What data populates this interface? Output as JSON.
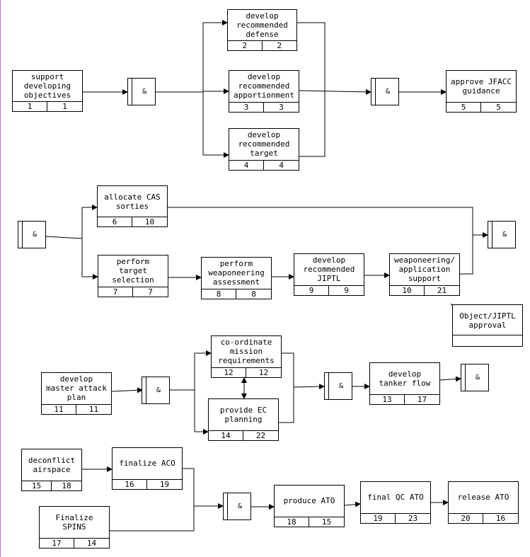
{
  "nodes": [
    {
      "id": "n1",
      "label": "support\ndeveloping\nobjectives",
      "a": "1",
      "b": "1"
    },
    {
      "id": "n2",
      "label": "develop\nrecommended\ndefense",
      "a": "2",
      "b": "2"
    },
    {
      "id": "n3",
      "label": "develop\nrecommended\napportionment",
      "a": "3",
      "b": "3"
    },
    {
      "id": "n4",
      "label": "develop\nrecommended\ntarget",
      "a": "4",
      "b": "4"
    },
    {
      "id": "n5",
      "label": "approve JFACC\nguidance",
      "a": "5",
      "b": "5"
    },
    {
      "id": "n6",
      "label": "allocate CAS\nsorties",
      "a": "6",
      "b": "10"
    },
    {
      "id": "n7",
      "label": "perform\ntarget\nselection",
      "a": "7",
      "b": "7"
    },
    {
      "id": "n8",
      "label": "perform\nweaponeering\nassessment",
      "a": "8",
      "b": "8"
    },
    {
      "id": "n9",
      "label": "develop\nrecommended\nJIPTL",
      "a": "9",
      "b": "9"
    },
    {
      "id": "n10",
      "label": "weaponeering/\napplication\nsupport",
      "a": "10",
      "b": "21"
    },
    {
      "id": "n11",
      "label": "develop\nmaster attack\nplan",
      "a": "11",
      "b": "11"
    },
    {
      "id": "n12",
      "label": "co-ordinate\nmission\nrequirements",
      "a": "12",
      "b": "12"
    },
    {
      "id": "n13",
      "label": "develop\ntanker flow",
      "a": "13",
      "b": "17"
    },
    {
      "id": "n14",
      "label": "provide EC\nplanning",
      "a": "14",
      "b": "22"
    },
    {
      "id": "n15",
      "label": "deconflict\nairspace",
      "a": "15",
      "b": "18"
    },
    {
      "id": "n16",
      "label": "finalize ACO",
      "a": "16",
      "b": "19"
    },
    {
      "id": "n17",
      "label": "Finalize\nSPINS",
      "a": "17",
      "b": "14"
    },
    {
      "id": "n18",
      "label": "produce ATO",
      "a": "18",
      "b": "15"
    },
    {
      "id": "n19",
      "label": "final QC ATO",
      "a": "19",
      "b": "23"
    },
    {
      "id": "n20",
      "label": "release ATO",
      "a": "20",
      "b": "16"
    }
  ],
  "junction_symbol": "&",
  "note": {
    "label": "Object/JIPTL\napproval"
  }
}
